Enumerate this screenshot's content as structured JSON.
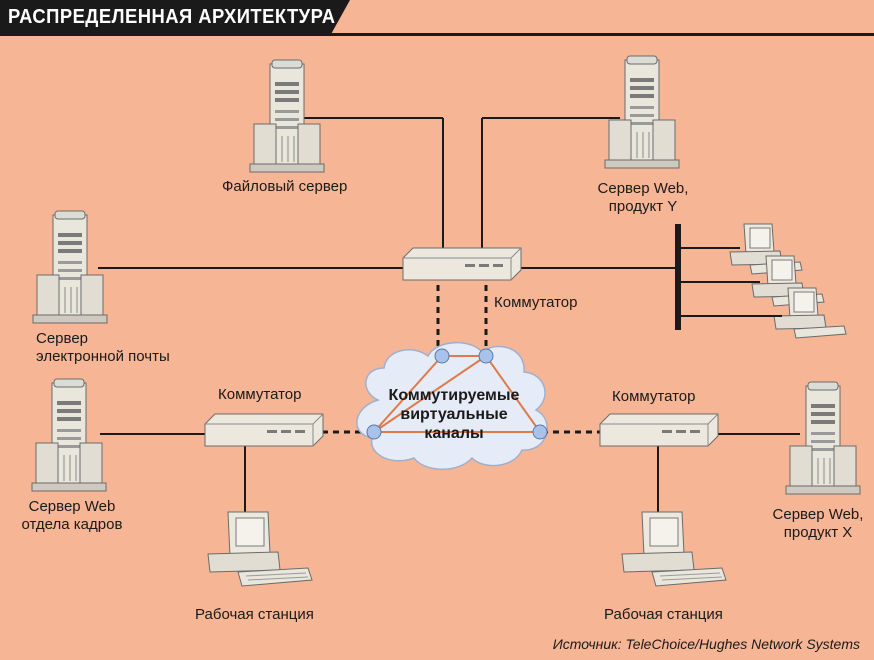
{
  "title": "РАСПРЕДЕЛЕННАЯ АРХИТЕКТУРА",
  "labels": {
    "file_server": "Файловый сервер",
    "web_server_y_line1": "Сервер Web,",
    "web_server_y_line2": "продукт Y",
    "mail_server_line1": "Сервер",
    "mail_server_line2": "электронной почты",
    "switch_top": "Коммутатор",
    "switch_left": "Коммутатор",
    "switch_right": "Коммутатор",
    "hr_server_line1": "Сервер Web",
    "hr_server_line2": "отдела кадров",
    "web_server_x_line1": "Сервер Web,",
    "web_server_x_line2": "продукт X",
    "workstation_left": "Рабочая станция",
    "workstation_right": "Рабочая станция",
    "cloud_line1": "Коммутируемые",
    "cloud_line2": "виртуальные",
    "cloud_line3": "каналы"
  },
  "source": "Источник: TeleChoice/Hughes Network Systems",
  "colors": {
    "background": "#f6b594",
    "title_bg": "#1a1a1a",
    "cloud": "#e6ecf7",
    "virtual_link": "#e07a4a",
    "node": "#a9c2ea",
    "device": "#e9e6dc"
  },
  "icons": [
    "server-icon",
    "switch-icon",
    "workstation-icon",
    "cloud-icon"
  ]
}
